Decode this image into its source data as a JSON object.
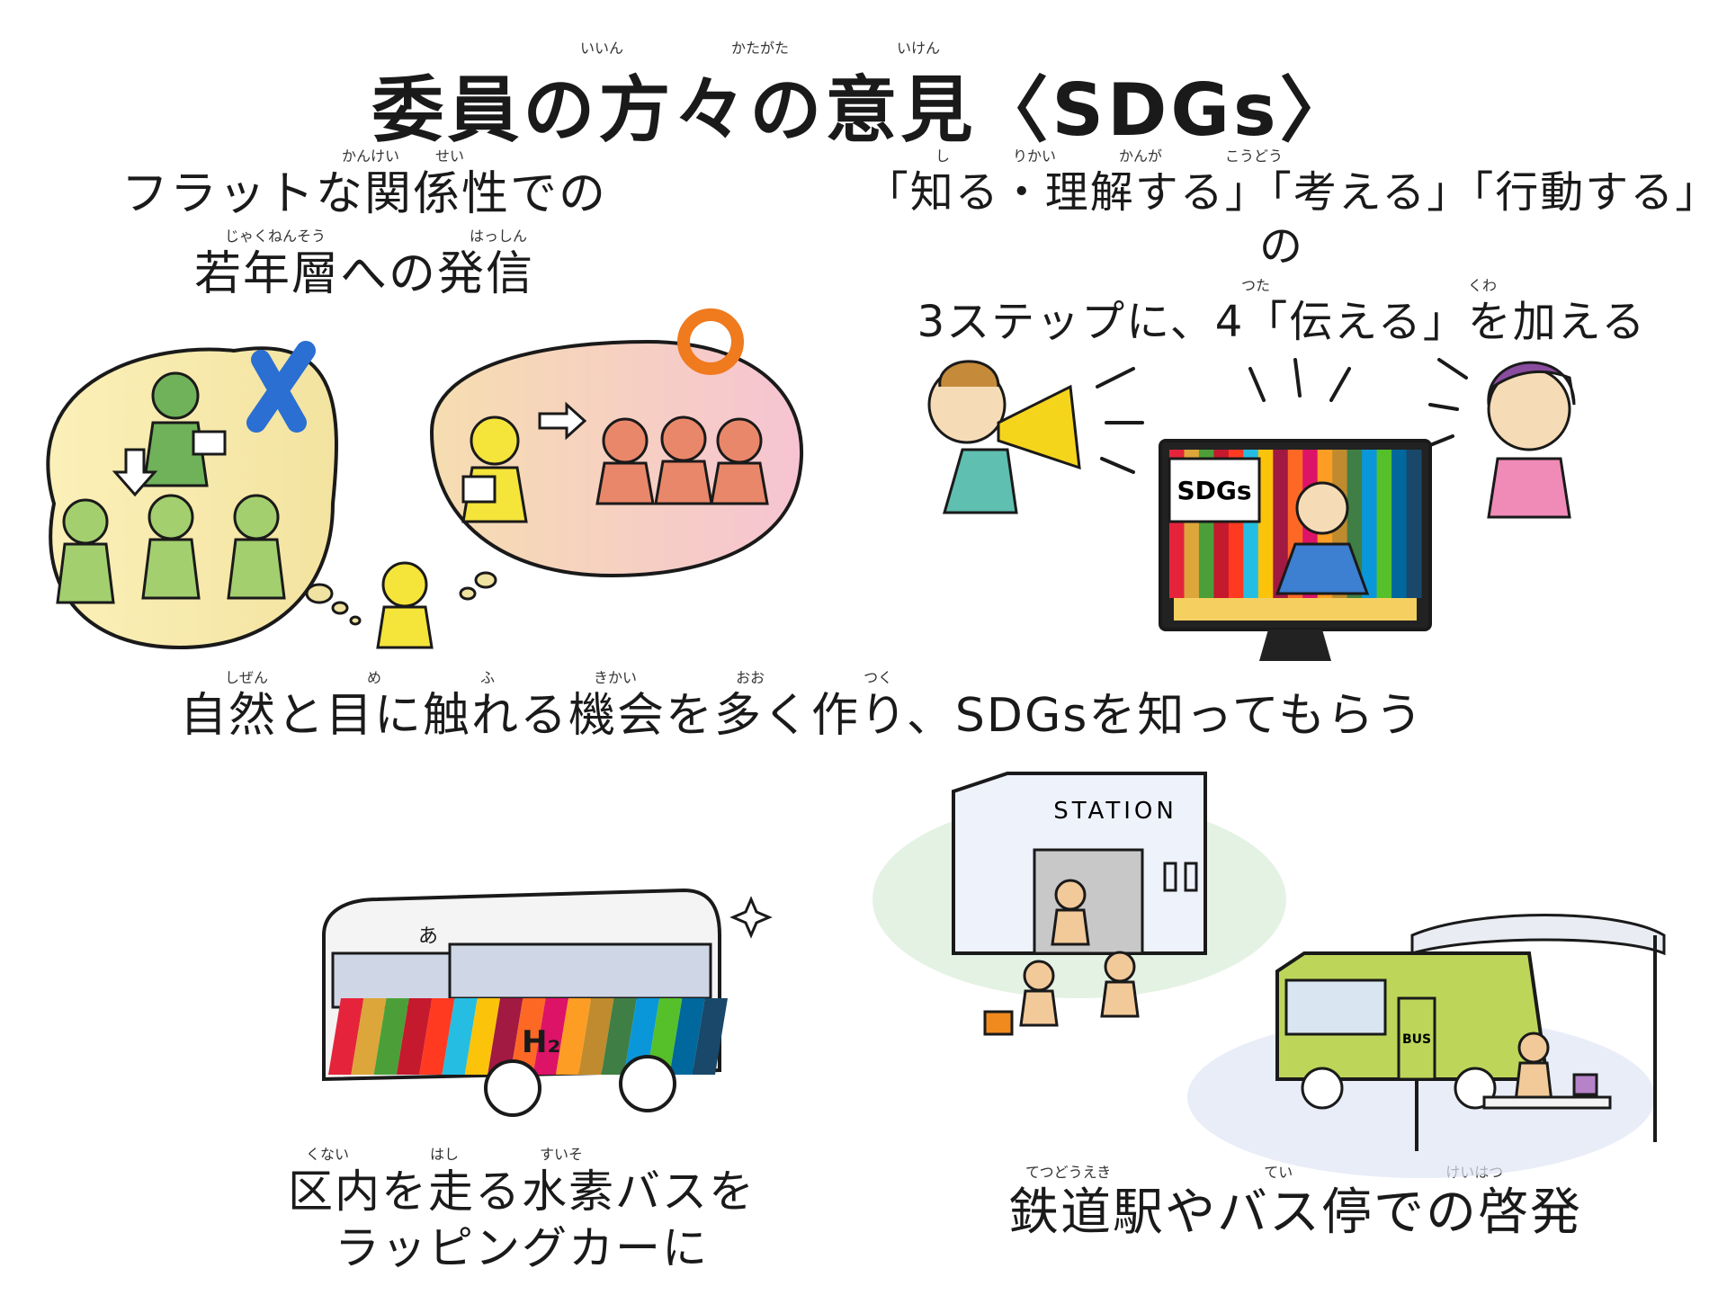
{
  "title": "委員の方々の意見〈SDGs〉",
  "title_ruby": [
    "いいん",
    "かたがた",
    "いけん"
  ],
  "panel_left": {
    "line1": "フラットな関係性での",
    "line2": "若年層への発信",
    "ruby": [
      "かんけい",
      "せい",
      "じゃくねんそう",
      "はっしん"
    ],
    "marks": {
      "ng": "✕",
      "ok": "○"
    }
  },
  "panel_right": {
    "line1": "「知る・理解する」「考える」「行動する」の",
    "line2": "3ステップに、4「伝える」を加える",
    "ruby": [
      "し",
      "りかい",
      "かんが",
      "こうどう",
      "つた",
      "くわ"
    ],
    "tv_label": "SDGs"
  },
  "middle": {
    "line": "自然と目に触れる機会を多く作り、SDGsを知ってもらう",
    "ruby": [
      "しぜん",
      "め",
      "ふ",
      "きかい",
      "おお",
      "つく"
    ]
  },
  "bottom_left": {
    "line1": "区内を走る水素バスを",
    "line2": "ラッピングカーに",
    "ruby": [
      "くない",
      "はし",
      "すいそ"
    ],
    "bus_mark": "H₂",
    "bus_sign": "あ"
  },
  "bottom_right": {
    "line": "鉄道駅やバス停での啓発",
    "ruby": [
      "てつどうえき",
      "てい",
      "けいはつ"
    ],
    "station_sign": "STATION",
    "stop_sign": "BUS"
  },
  "colors": {
    "ink": "#1a1a1a",
    "blue_x": "#2a6fd1",
    "orange_o": "#f07a1e",
    "bubble_left": "#f6e7a3",
    "bubble_right": "#f6c0c8",
    "green_figure": "#6fb25a",
    "yellow_figure": "#f5e43a",
    "orange_figure": "#e9876a",
    "megaphone": "#f5d51c",
    "sdg_stripes": [
      "#e5243b",
      "#dda63a",
      "#4c9f38",
      "#c5192d",
      "#ff3a21",
      "#26bde2",
      "#fcc30b",
      "#a21942",
      "#fd6925",
      "#dd1367",
      "#fd9d24",
      "#bf8b2e",
      "#3f7e44",
      "#0a97d9",
      "#56c02b",
      "#00689d",
      "#19486a"
    ]
  }
}
